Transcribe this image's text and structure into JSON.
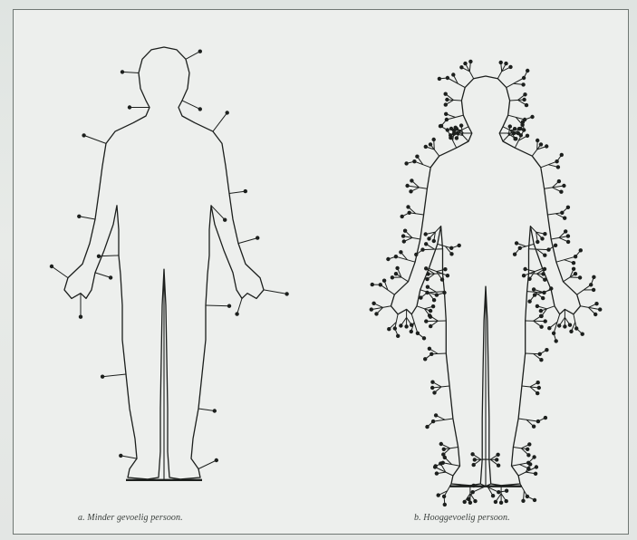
{
  "figure": {
    "panel_a": {
      "caption": "a. Minder gevoelig persoon.",
      "figure_kind": "sensitive-sparse"
    },
    "panel_b": {
      "caption": "b. Hooggevoelig persoon.",
      "figure_kind": "sensitive-dense"
    },
    "colors": {
      "ink": "#1c1f1d",
      "paper": "#edefed",
      "frame": "#6f7773"
    }
  }
}
